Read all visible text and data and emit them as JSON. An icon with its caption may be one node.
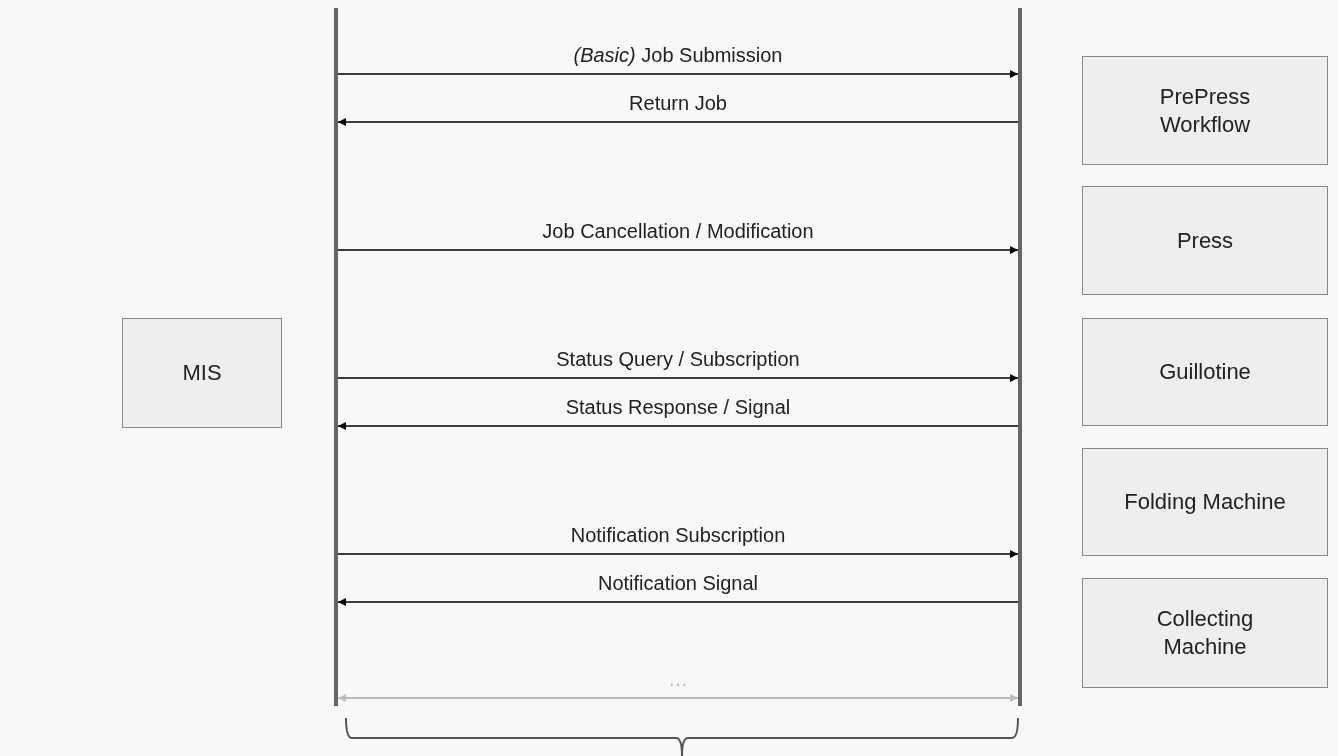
{
  "diagram": {
    "nodes": [
      {
        "text": [
          "MIS"
        ]
      },
      {
        "text": [],
        "shape": "bar"
      },
      {
        "text": [],
        "shape": "bar"
      },
      {
        "text": [
          "PrePress Workflow"
        ]
      },
      {
        "text": [
          "Press"
        ]
      },
      {
        "text": [
          "Guillotine"
        ]
      },
      {
        "text": [
          "Folding Machine"
        ]
      },
      {
        "text": [
          "Collecting Machine"
        ]
      }
    ],
    "edges": [
      {
        "from": 1,
        "to": 2,
        "arrow": "to",
        "label": "*(Basic)* Job Submission"
      },
      {
        "from": 2,
        "to": 1,
        "arrow": "to",
        "label": "Return Job"
      },
      {
        "from": 1,
        "to": 2,
        "arrow": "to",
        "label": "Job Cancellation / Modification"
      },
      {
        "from": 1,
        "to": 2,
        "arrow": "to",
        "label": "Status Query / Subscription"
      },
      {
        "from": 2,
        "to": 1,
        "arrow": "to",
        "label": "Status Response / Signal"
      },
      {
        "from": 1,
        "to": 2,
        "arrow": "to",
        "label": "Notification Subscription"
      },
      {
        "from": 2,
        "to": 1,
        "arrow": "to",
        "label": "Notification Signal"
      },
      {
        "from": 1,
        "to": 2,
        "arrow": "both",
        "label": "…",
        "color": "#bbbbbb"
      }
    ]
  }
}
